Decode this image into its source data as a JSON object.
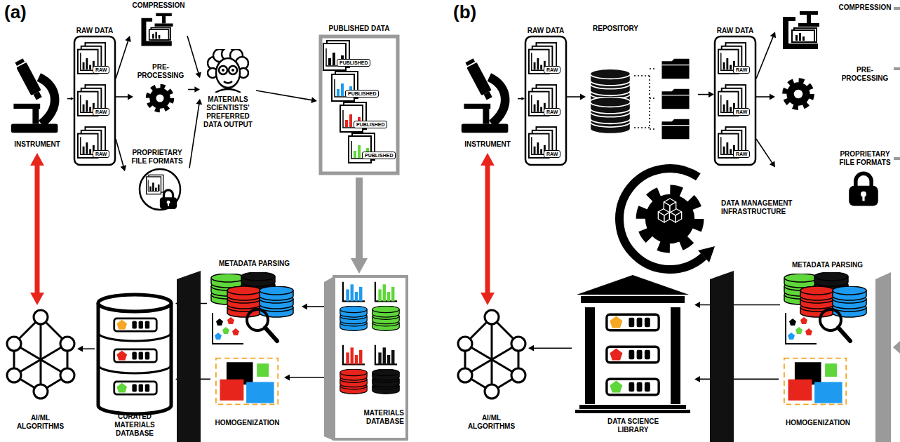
{
  "diagram": {
    "nodes": [
      {
        "text": [
          "INSTRUMENT"
        ]
      },
      {
        "text": [
          "RAW DATA",
          "RAW",
          "RAW",
          "RAW"
        ]
      },
      {
        "text": [
          "COMPRESSION"
        ]
      },
      {
        "text": [
          "PRE-PROCESSING"
        ]
      },
      {
        "text": [
          "PROPRIETARY FILE FORMATS"
        ]
      },
      {
        "text": [
          "MATERIALS SCIENTISTS' PREFERRED DATA OUTPUT"
        ]
      },
      {
        "text": [
          "PUBLISHED DATA",
          "PUBLISHED",
          "PUBLISHED",
          "PUBLISHED",
          "PUBLISHED"
        ]
      },
      {
        "text": [
          "MATERIALS DATABASE"
        ]
      },
      {
        "text": [
          "METADATA PARSING"
        ]
      },
      {
        "text": [
          "HOMOGENIZATION"
        ]
      },
      {
        "text": [
          "CURATED MATERIALS DATABASE"
        ]
      },
      {
        "text": [
          "AI/ML ALGORITHMS"
        ]
      },
      {
        "text": [
          "INSTRUMENT"
        ]
      },
      {
        "text": [
          "RAW DATA",
          "RAW",
          "RAW",
          "RAW"
        ]
      },
      {
        "text": [
          "REPOSITORY"
        ]
      },
      {
        "text": [
          "RAW DATA",
          "RAW",
          "RAW",
          "RAW"
        ]
      },
      {
        "text": [
          "COMPRESSION"
        ]
      },
      {
        "text": [
          "PRE-PROCESSING"
        ]
      },
      {
        "text": [
          "PROPRIETARY FILE FORMATS"
        ]
      },
      {
        "text": [
          "DATA MANAGEMENT INFRASTRUCTURE"
        ]
      },
      {
        "text": [
          "METADATA PARSING"
        ]
      },
      {
        "text": [
          "HOMOGENIZATION"
        ]
      },
      {
        "text": [
          "DATA SCIENCE LIBRARY"
        ]
      },
      {
        "text": [
          "AI/ML ALGORITHMS"
        ]
      }
    ],
    "edges": [
      {
        "from": 0,
        "to": 1,
        "arrow": "to"
      },
      {
        "from": 1,
        "to": 2,
        "arrow": "to"
      },
      {
        "from": 1,
        "to": 3,
        "arrow": "to"
      },
      {
        "from": 1,
        "to": 4,
        "arrow": "to"
      },
      {
        "from": 2,
        "to": 5,
        "arrow": "to"
      },
      {
        "from": 3,
        "to": 5,
        "arrow": "to"
      },
      {
        "from": 4,
        "to": 5,
        "arrow": "to"
      },
      {
        "from": 5,
        "to": 6,
        "arrow": "to"
      },
      {
        "from": 6,
        "to": 7,
        "arrow": "to"
      },
      {
        "from": 7,
        "to": 8,
        "arrow": "to"
      },
      {
        "from": 7,
        "to": 9,
        "arrow": "to"
      },
      {
        "from": 8,
        "to": 10,
        "arrow": "to"
      },
      {
        "from": 9,
        "to": 10,
        "arrow": "to"
      },
      {
        "from": 10,
        "to": 11,
        "arrow": "to"
      },
      {
        "from": 0,
        "to": 11,
        "arrow": "both"
      },
      {
        "from": 12,
        "to": 13,
        "arrow": "to"
      },
      {
        "from": 13,
        "to": 14,
        "arrow": "to"
      },
      {
        "from": 14,
        "to": 15,
        "arrow": "to"
      },
      {
        "from": 15,
        "to": 16,
        "arrow": "to"
      },
      {
        "from": 15,
        "to": 17,
        "arrow": "to"
      },
      {
        "from": 15,
        "to": 18,
        "arrow": "to"
      },
      {
        "from": 20,
        "to": 22,
        "arrow": "to"
      },
      {
        "from": 21,
        "to": 22,
        "arrow": "to"
      },
      {
        "from": 22,
        "to": 23,
        "arrow": "to"
      },
      {
        "from": 12,
        "to": 23,
        "arrow": "both"
      }
    ],
    "labels": [
      "(a)",
      "(b)"
    ]
  }
}
